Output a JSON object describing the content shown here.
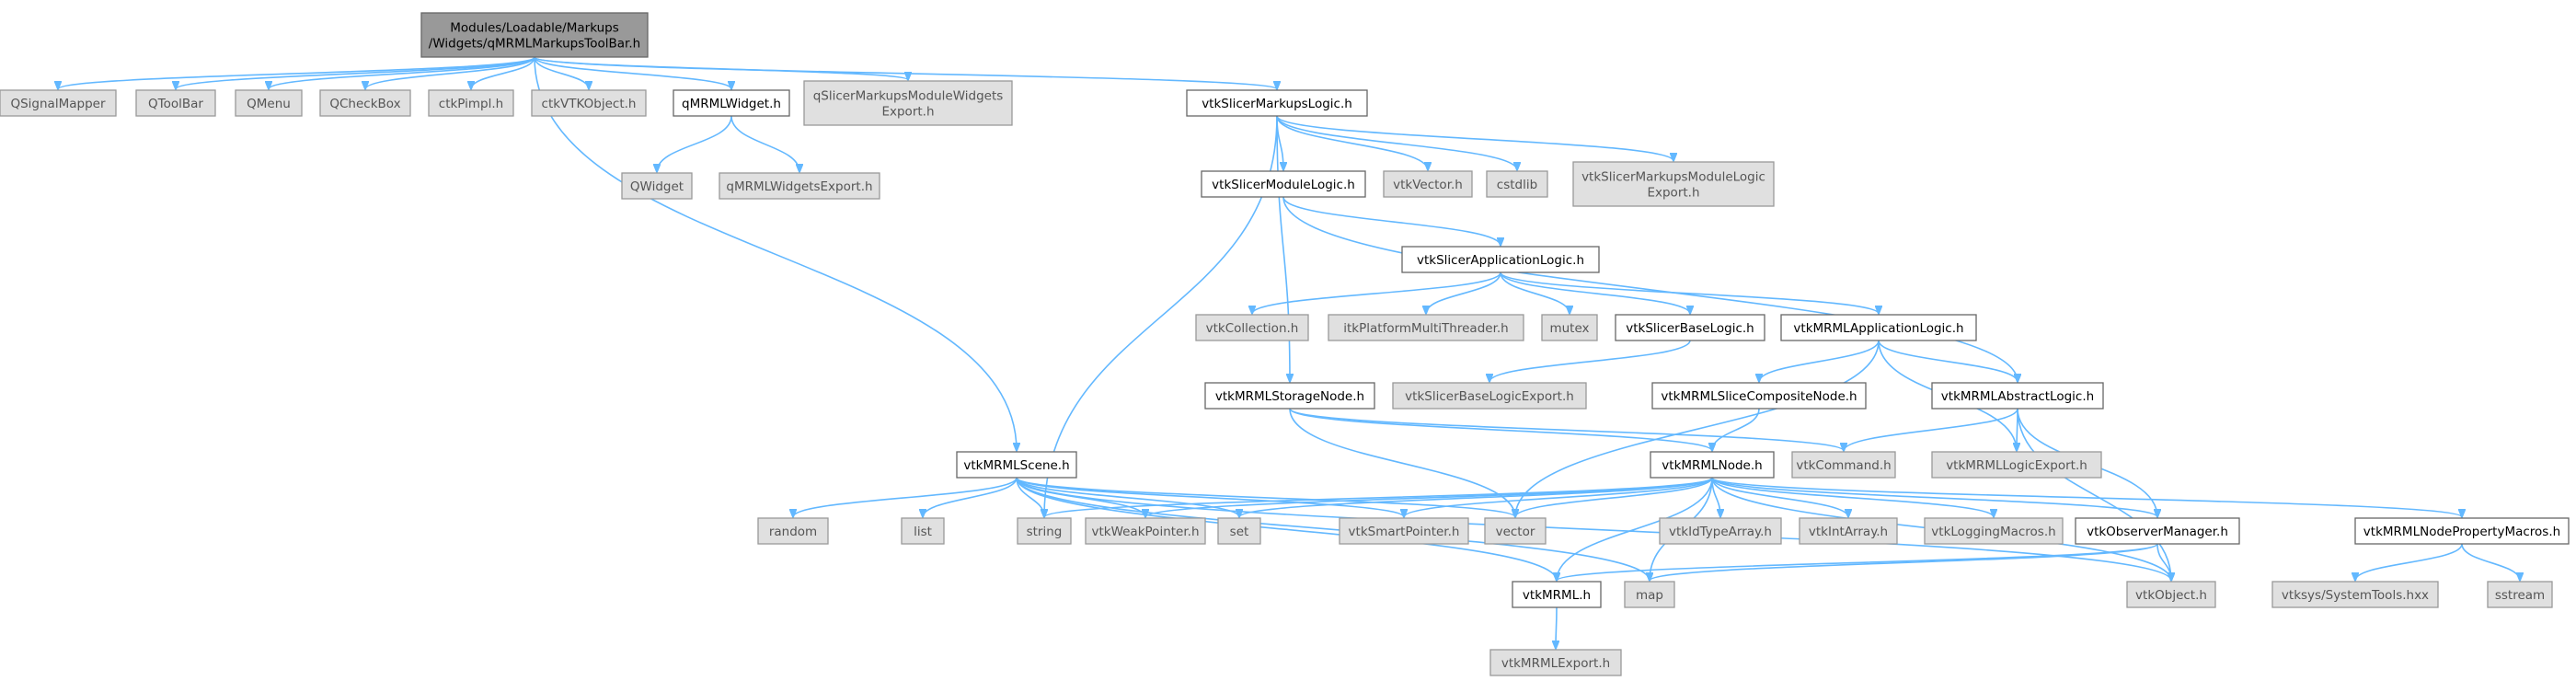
{
  "nodes": [
    {
      "id": "root",
      "lines": [
        "Modules/Loadable/Markups",
        "/Widgets/qMRMLMarkupsToolBar.h"
      ],
      "kind": "root"
    },
    {
      "id": "QSignalMapper",
      "lines": [
        "QSignalMapper"
      ],
      "kind": "ext"
    },
    {
      "id": "QToolBar",
      "lines": [
        "QToolBar"
      ],
      "kind": "ext"
    },
    {
      "id": "QMenu",
      "lines": [
        "QMenu"
      ],
      "kind": "ext"
    },
    {
      "id": "QCheckBox",
      "lines": [
        "QCheckBox"
      ],
      "kind": "ext"
    },
    {
      "id": "ctkPimpl",
      "lines": [
        "ctkPimpl.h"
      ],
      "kind": "ext"
    },
    {
      "id": "ctkVTKObject",
      "lines": [
        "ctkVTKObject.h"
      ],
      "kind": "ext"
    },
    {
      "id": "qMRMLWidget",
      "lines": [
        "qMRMLWidget.h"
      ],
      "kind": "doc"
    },
    {
      "id": "qSlicerMarkupsModuleWidgetsExport",
      "lines": [
        "qSlicerMarkupsModuleWidgets",
        "Export.h"
      ],
      "kind": "ext"
    },
    {
      "id": "vtkSlicerMarkupsLogic",
      "lines": [
        "vtkSlicerMarkupsLogic.h"
      ],
      "kind": "doc"
    },
    {
      "id": "QWidget",
      "lines": [
        "QWidget"
      ],
      "kind": "ext"
    },
    {
      "id": "qMRMLWidgetsExport",
      "lines": [
        "qMRMLWidgetsExport.h"
      ],
      "kind": "ext"
    },
    {
      "id": "vtkSlicerModuleLogic",
      "lines": [
        "vtkSlicerModuleLogic.h"
      ],
      "kind": "doc"
    },
    {
      "id": "vtkVector",
      "lines": [
        "vtkVector.h"
      ],
      "kind": "ext"
    },
    {
      "id": "cstdlib",
      "lines": [
        "cstdlib"
      ],
      "kind": "ext"
    },
    {
      "id": "vtkSlicerMarkupsModuleLogicExport",
      "lines": [
        "vtkSlicerMarkupsModuleLogic",
        "Export.h"
      ],
      "kind": "ext"
    },
    {
      "id": "vtkSlicerApplicationLogic",
      "lines": [
        "vtkSlicerApplicationLogic.h"
      ],
      "kind": "doc"
    },
    {
      "id": "vtkCollection",
      "lines": [
        "vtkCollection.h"
      ],
      "kind": "ext"
    },
    {
      "id": "itkPlatformMultiThreader",
      "lines": [
        "itkPlatformMultiThreader.h"
      ],
      "kind": "ext"
    },
    {
      "id": "mutex",
      "lines": [
        "mutex"
      ],
      "kind": "ext"
    },
    {
      "id": "vtkSlicerBaseLogic",
      "lines": [
        "vtkSlicerBaseLogic.h"
      ],
      "kind": "doc"
    },
    {
      "id": "vtkMRMLApplicationLogic",
      "lines": [
        "vtkMRMLApplicationLogic.h"
      ],
      "kind": "doc"
    },
    {
      "id": "vtkSlicerBaseLogicExport",
      "lines": [
        "vtkSlicerBaseLogicExport.h"
      ],
      "kind": "ext"
    },
    {
      "id": "vtkMRMLStorageNode",
      "lines": [
        "vtkMRMLStorageNode.h"
      ],
      "kind": "doc"
    },
    {
      "id": "vtkMRMLSliceCompositeNode",
      "lines": [
        "vtkMRMLSliceCompositeNode.h"
      ],
      "kind": "doc"
    },
    {
      "id": "vtkMRMLAbstractLogic",
      "lines": [
        "vtkMRMLAbstractLogic.h"
      ],
      "kind": "doc"
    },
    {
      "id": "vtkMRMLScene",
      "lines": [
        "vtkMRMLScene.h"
      ],
      "kind": "doc"
    },
    {
      "id": "vtkMRMLNode",
      "lines": [
        "vtkMRMLNode.h"
      ],
      "kind": "doc"
    },
    {
      "id": "vtkCommand",
      "lines": [
        "vtkCommand.h"
      ],
      "kind": "ext"
    },
    {
      "id": "vtkMRMLLogicExport",
      "lines": [
        "vtkMRMLLogicExport.h"
      ],
      "kind": "ext"
    },
    {
      "id": "random",
      "lines": [
        "random"
      ],
      "kind": "ext"
    },
    {
      "id": "list",
      "lines": [
        "list"
      ],
      "kind": "ext"
    },
    {
      "id": "string",
      "lines": [
        "string"
      ],
      "kind": "ext"
    },
    {
      "id": "vtkWeakPointer",
      "lines": [
        "vtkWeakPointer.h"
      ],
      "kind": "ext"
    },
    {
      "id": "set",
      "lines": [
        "set"
      ],
      "kind": "ext"
    },
    {
      "id": "vtkSmartPointer",
      "lines": [
        "vtkSmartPointer.h"
      ],
      "kind": "ext"
    },
    {
      "id": "vector",
      "lines": [
        "vector"
      ],
      "kind": "ext"
    },
    {
      "id": "vtkIdTypeArray",
      "lines": [
        "vtkIdTypeArray.h"
      ],
      "kind": "ext"
    },
    {
      "id": "vtkIntArray",
      "lines": [
        "vtkIntArray.h"
      ],
      "kind": "ext"
    },
    {
      "id": "vtkLoggingMacros",
      "lines": [
        "vtkLoggingMacros.h"
      ],
      "kind": "ext"
    },
    {
      "id": "vtkObserverManager",
      "lines": [
        "vtkObserverManager.h"
      ],
      "kind": "doc"
    },
    {
      "id": "vtkMRMLNodePropertyMacros",
      "lines": [
        "vtkMRMLNodePropertyMacros.h"
      ],
      "kind": "doc"
    },
    {
      "id": "vtkMRML",
      "lines": [
        "vtkMRML.h"
      ],
      "kind": "doc"
    },
    {
      "id": "map",
      "lines": [
        "map"
      ],
      "kind": "ext"
    },
    {
      "id": "vtkObject",
      "lines": [
        "vtkObject.h"
      ],
      "kind": "ext"
    },
    {
      "id": "vtksysSystemTools",
      "lines": [
        "vtksys/SystemTools.hxx"
      ],
      "kind": "ext"
    },
    {
      "id": "sstream",
      "lines": [
        "sstream"
      ],
      "kind": "ext"
    },
    {
      "id": "vtkMRMLExport",
      "lines": [
        "vtkMRMLExport.h"
      ],
      "kind": "ext"
    }
  ],
  "edges": [
    [
      "root",
      "QSignalMapper"
    ],
    [
      "root",
      "QToolBar"
    ],
    [
      "root",
      "QMenu"
    ],
    [
      "root",
      "QCheckBox"
    ],
    [
      "root",
      "ctkPimpl"
    ],
    [
      "root",
      "ctkVTKObject"
    ],
    [
      "root",
      "qMRMLWidget"
    ],
    [
      "root",
      "qSlicerMarkupsModuleWidgetsExport"
    ],
    [
      "root",
      "vtkSlicerMarkupsLogic"
    ],
    [
      "root",
      "vtkMRMLScene"
    ],
    [
      "qMRMLWidget",
      "QWidget"
    ],
    [
      "qMRMLWidget",
      "qMRMLWidgetsExport"
    ],
    [
      "vtkSlicerMarkupsLogic",
      "vtkSlicerModuleLogic"
    ],
    [
      "vtkSlicerMarkupsLogic",
      "vtkVector"
    ],
    [
      "vtkSlicerMarkupsLogic",
      "cstdlib"
    ],
    [
      "vtkSlicerMarkupsLogic",
      "vtkSlicerMarkupsModuleLogicExport"
    ],
    [
      "vtkSlicerMarkupsLogic",
      "vtkMRMLStorageNode"
    ],
    [
      "vtkSlicerMarkupsLogic",
      "string"
    ],
    [
      "vtkSlicerModuleLogic",
      "vtkSlicerApplicationLogic"
    ],
    [
      "vtkSlicerModuleLogic",
      "vtkMRMLAbstractLogic"
    ],
    [
      "vtkSlicerApplicationLogic",
      "vtkCollection"
    ],
    [
      "vtkSlicerApplicationLogic",
      "itkPlatformMultiThreader"
    ],
    [
      "vtkSlicerApplicationLogic",
      "mutex"
    ],
    [
      "vtkSlicerApplicationLogic",
      "vtkSlicerBaseLogic"
    ],
    [
      "vtkSlicerApplicationLogic",
      "vtkMRMLApplicationLogic"
    ],
    [
      "vtkSlicerBaseLogic",
      "vtkSlicerBaseLogicExport"
    ],
    [
      "vtkMRMLApplicationLogic",
      "vtkMRMLAbstractLogic"
    ],
    [
      "vtkMRMLApplicationLogic",
      "vtkMRMLSliceCompositeNode"
    ],
    [
      "vtkMRMLApplicationLogic",
      "vtkMRMLLogicExport"
    ],
    [
      "vtkMRMLApplicationLogic",
      "vector"
    ],
    [
      "vtkMRMLStorageNode",
      "vtkMRMLNode"
    ],
    [
      "vtkMRMLStorageNode",
      "vtkCommand"
    ],
    [
      "vtkMRMLStorageNode",
      "vector"
    ],
    [
      "vtkMRMLSliceCompositeNode",
      "vtkMRMLNode"
    ],
    [
      "vtkMRMLAbstractLogic",
      "vtkCommand"
    ],
    [
      "vtkMRMLAbstractLogic",
      "vtkMRMLLogicExport"
    ],
    [
      "vtkMRMLAbstractLogic",
      "vtkObserverManager"
    ],
    [
      "vtkMRMLAbstractLogic",
      "vtkObject"
    ],
    [
      "vtkMRMLScene",
      "random"
    ],
    [
      "vtkMRMLScene",
      "list"
    ],
    [
      "vtkMRMLScene",
      "string"
    ],
    [
      "vtkMRMLScene",
      "vtkWeakPointer"
    ],
    [
      "vtkMRMLScene",
      "set"
    ],
    [
      "vtkMRMLScene",
      "vtkSmartPointer"
    ],
    [
      "vtkMRMLScene",
      "vector"
    ],
    [
      "vtkMRMLScene",
      "vtkMRML"
    ],
    [
      "vtkMRMLScene",
      "map"
    ],
    [
      "vtkMRMLScene",
      "vtkObject"
    ],
    [
      "vtkMRMLNode",
      "string"
    ],
    [
      "vtkMRMLNode",
      "vtkWeakPointer"
    ],
    [
      "vtkMRMLNode",
      "set"
    ],
    [
      "vtkMRMLNode",
      "vtkSmartPointer"
    ],
    [
      "vtkMRMLNode",
      "vector"
    ],
    [
      "vtkMRMLNode",
      "vtkIdTypeArray"
    ],
    [
      "vtkMRMLNode",
      "vtkIntArray"
    ],
    [
      "vtkMRMLNode",
      "vtkLoggingMacros"
    ],
    [
      "vtkMRMLNode",
      "vtkObserverManager"
    ],
    [
      "vtkMRMLNode",
      "vtkMRMLNodePropertyMacros"
    ],
    [
      "vtkMRMLNode",
      "vtkMRML"
    ],
    [
      "vtkMRMLNode",
      "map"
    ],
    [
      "vtkMRMLNode",
      "vtkObject"
    ],
    [
      "vtkObserverManager",
      "vtkMRML"
    ],
    [
      "vtkObserverManager",
      "vtkObject"
    ],
    [
      "vtkObserverManager",
      "map"
    ],
    [
      "vtkMRMLNodePropertyMacros",
      "vtksysSystemTools"
    ],
    [
      "vtkMRMLNodePropertyMacros",
      "sstream"
    ],
    [
      "vtkMRML",
      "vtkMRMLExport"
    ]
  ],
  "colors": {
    "edge": "#63b8ff",
    "root_fill": "#999999",
    "doc_fill": "#ffffff",
    "ext_fill": "#e0e0e0"
  }
}
